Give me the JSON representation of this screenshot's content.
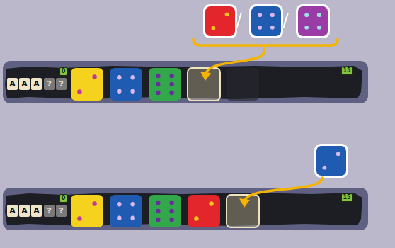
{
  "diagram": {
    "nodes": [
      {
        "text": [
          "A"
        ]
      },
      {
        "text": [
          "A"
        ]
      },
      {
        "text": [
          "A"
        ]
      },
      {
        "text": [
          "?"
        ]
      },
      {
        "text": [
          "?"
        ]
      },
      {
        "text": [
          "0"
        ]
      },
      {
        "text": [
          "15"
        ]
      },
      {
        "text": [
          "A"
        ]
      },
      {
        "text": [
          "A"
        ]
      },
      {
        "text": [
          "A"
        ]
      },
      {
        "text": [
          "?"
        ]
      },
      {
        "text": [
          "?"
        ]
      },
      {
        "text": [
          "0"
        ]
      },
      {
        "text": [
          "15"
        ]
      }
    ],
    "labels": [
      "/",
      "/"
    ]
  }
}
